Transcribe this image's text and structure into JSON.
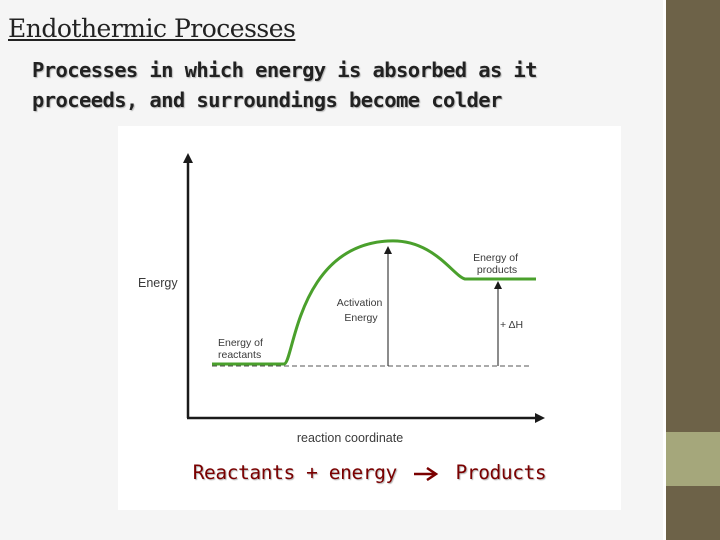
{
  "slide": {
    "title": "Endothermic Processes",
    "subtitle": "Processes in which energy is absorbed as it proceeds, and surroundings become colder",
    "equation": {
      "reactants": "Reactants + energy",
      "arrow_icon": "right-arrow",
      "products": "Products"
    }
  },
  "diagram": {
    "y_axis_label": "Energy",
    "x_axis_label": "reaction coordinate",
    "reactants_label": [
      "Energy of",
      "reactants"
    ],
    "products_label": [
      "Energy of",
      "products"
    ],
    "activation_label": [
      "Activation",
      "Energy"
    ],
    "delta_h_label": "+ ΔH",
    "curve_color": "#4aa02c"
  },
  "colors": {
    "sidebar_dark": "#6d6248",
    "sidebar_light": "#a5a77b",
    "equation_text": "#7a0000"
  }
}
